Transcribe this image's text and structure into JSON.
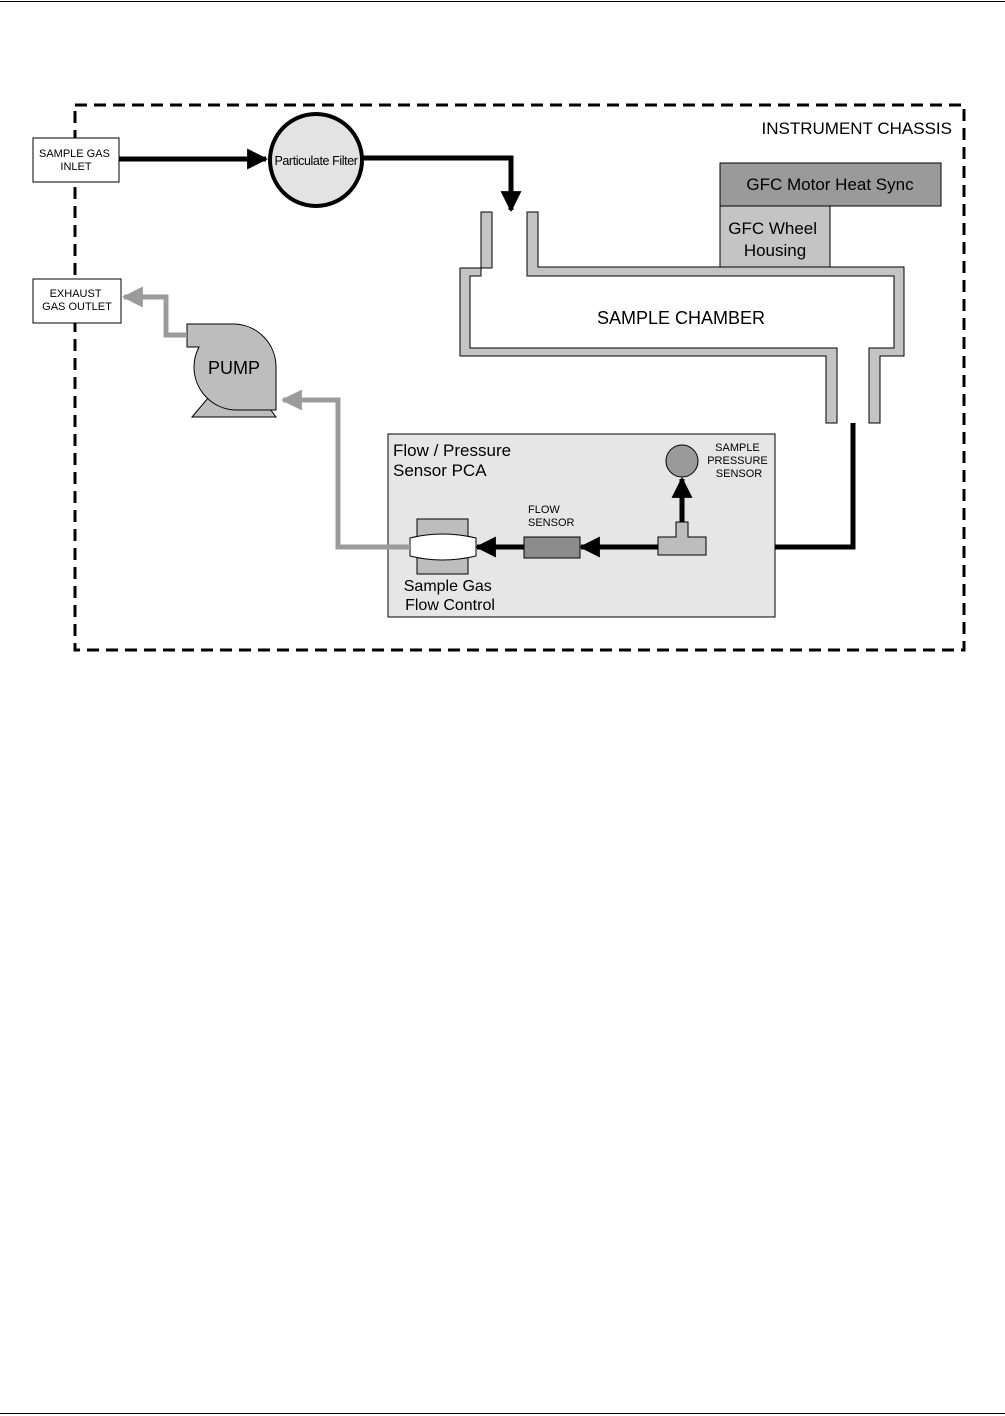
{
  "diagram": {
    "chassis_label": "INSTRUMENT CHASSIS",
    "inlet_label": [
      "SAMPLE GAS",
      "INLET"
    ],
    "exhaust_label": [
      "EXHAUST",
      "GAS OUTLET"
    ],
    "filter_label": "Particulate Filter",
    "heat_sync_label": "GFC Motor Heat Sync",
    "wheel_housing_label": [
      "GFC Wheel",
      "Housing"
    ],
    "chamber_label": "SAMPLE CHAMBER",
    "pump_label": "PUMP",
    "pca_title": [
      "Flow / Pressure",
      "Sensor PCA"
    ],
    "pressure_sensor_label": [
      "SAMPLE",
      "PRESSURE",
      "SENSOR"
    ],
    "flow_sensor_label": [
      "FLOW",
      "SENSOR"
    ],
    "flow_control_label": [
      "Sample Gas",
      "Flow Control"
    ]
  },
  "colors": {
    "gas_flow": "#000000",
    "exhaust_flow": "#9b9b9b",
    "component_fill": "#bdbdbd",
    "panel_fill": "#e6e6e6"
  }
}
